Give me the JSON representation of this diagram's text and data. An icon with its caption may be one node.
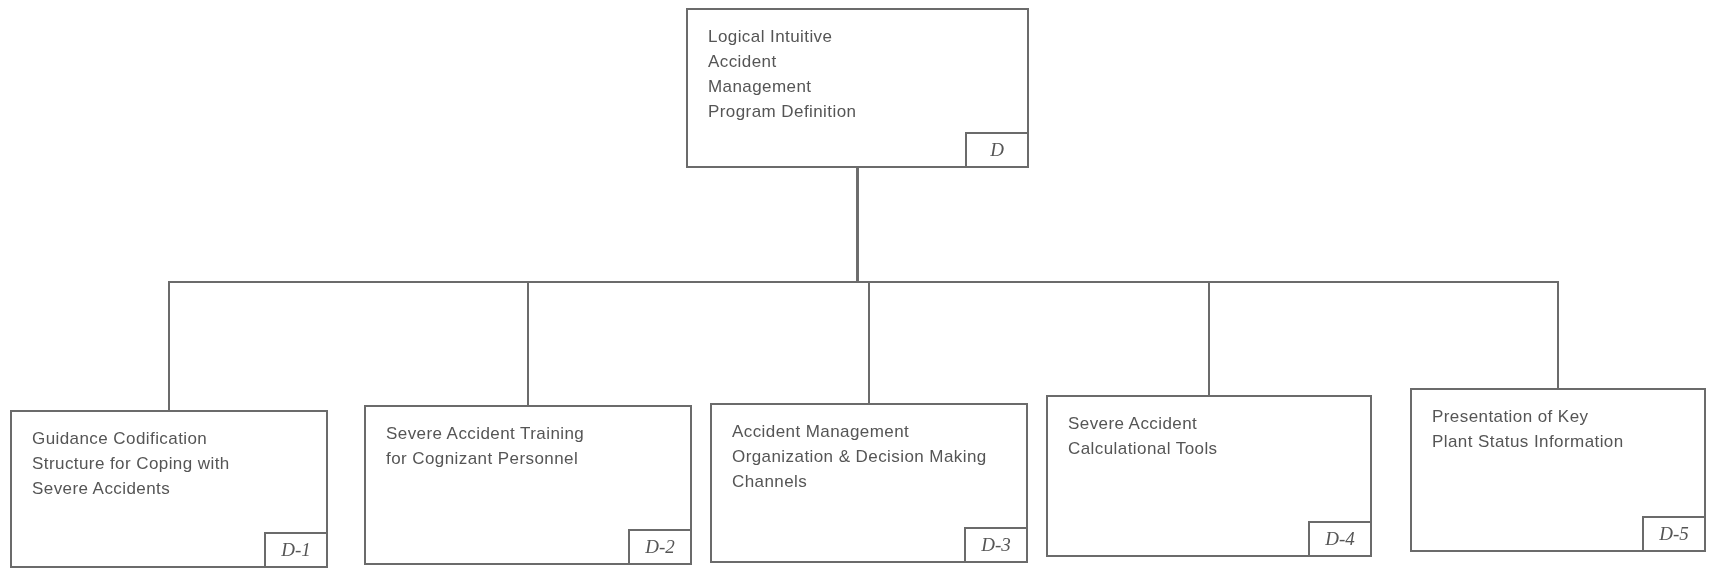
{
  "diagram": {
    "nodes": [
      {
        "text": [
          "Logical Intuitive Accident Management Program Definition",
          "D"
        ]
      },
      {
        "text": [
          "Guidance Codification Structure for Coping with Severe Accidents",
          "D-1"
        ]
      },
      {
        "text": [
          "Severe Accident Training for Cognizant Personnel",
          "D-2"
        ]
      },
      {
        "text": [
          "Accident Management Organization & Decision Making Channels",
          "D-3"
        ]
      },
      {
        "text": [
          "Severe Accident Calculational Tools",
          "D-4"
        ]
      },
      {
        "text": [
          "Presentation of Key Plant Status Information",
          "D-5"
        ]
      }
    ],
    "edges": [
      {
        "from": 0,
        "to": 1,
        "arrow": "none"
      },
      {
        "from": 0,
        "to": 2,
        "arrow": "none"
      },
      {
        "from": 0,
        "to": 3,
        "arrow": "none"
      },
      {
        "from": 0,
        "to": 4,
        "arrow": "none"
      },
      {
        "from": 0,
        "to": 5,
        "arrow": "none"
      }
    ]
  }
}
